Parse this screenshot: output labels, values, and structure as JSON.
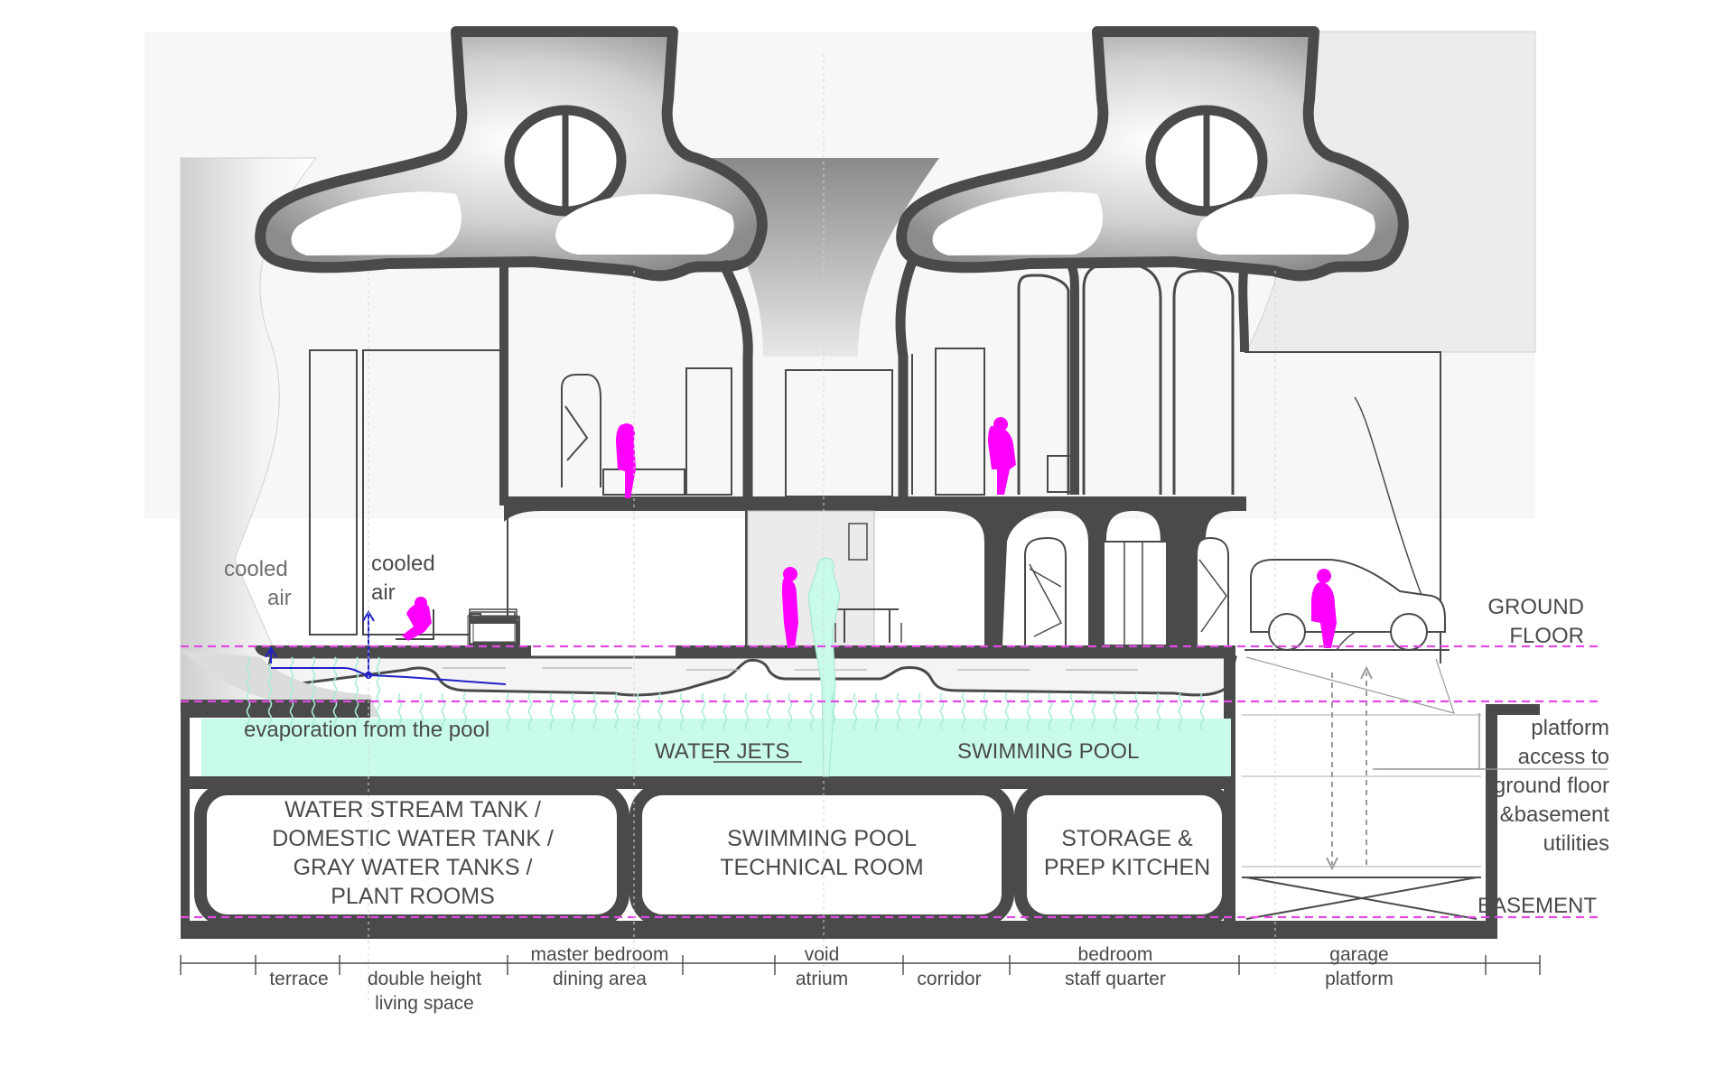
{
  "colors": {
    "wall": "#4a4a4a",
    "water": "#c8fbe9",
    "figure": "#ff00ff",
    "level_line": "#e24ae4",
    "air_arrow": "#2020c8",
    "evaporation": "#a9ecd8",
    "text": "#4a4a4a",
    "background": "#ffffff"
  },
  "labels": {
    "cooled_air_left": [
      "cooled",
      "air"
    ],
    "cooled_air_right": [
      "cooled",
      "air"
    ],
    "evaporation": "evaporation from the pool",
    "water_jets": "WATER JETS",
    "swimming_pool": "SWIMMING POOL",
    "ground_floor": [
      "GROUND",
      "FLOOR"
    ],
    "platform_note": [
      "platform",
      "access to",
      "ground floor",
      "&basement",
      "utilities"
    ],
    "basement": "BASEMENT"
  },
  "rooms": {
    "tanks": [
      "WATER STREAM TANK /",
      "DOMESTIC WATER TANK /",
      "GRAY WATER TANKS /",
      "PLANT ROOMS"
    ],
    "pool_tech": [
      "SWIMMING POOL",
      "TECHNICAL ROOM"
    ],
    "storage": [
      "STORAGE &",
      "PREP KITCHEN"
    ]
  },
  "zones": {
    "terrace": [
      "terrace"
    ],
    "living": [
      "double height",
      "living space"
    ],
    "master": [
      "master bedroom",
      "dining area"
    ],
    "void": [
      "void",
      "atrium"
    ],
    "corridor": [
      "corridor"
    ],
    "bedroom": [
      "bedroom",
      "staff quarter"
    ],
    "garage": [
      "garage",
      "platform"
    ]
  }
}
